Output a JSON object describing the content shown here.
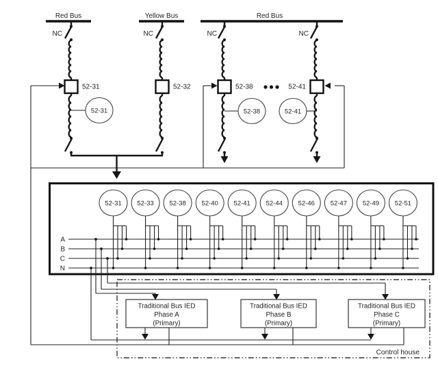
{
  "buses": [
    {
      "label": "Red Bus"
    },
    {
      "label": "Yellow Bus"
    },
    {
      "label": "Red Bus"
    }
  ],
  "nc_label": "NC",
  "feeders": [
    {
      "breaker": "52-31",
      "ct": "52-31"
    },
    {
      "breaker": "52-32"
    },
    {
      "breaker": "52-38",
      "ct": "52-38"
    },
    {
      "breaker": "52-41",
      "ct": "52-41"
    }
  ],
  "lv_box": {
    "cts": [
      "52-31",
      "52-33",
      "52-38",
      "52-40",
      "52-41",
      "52-44",
      "52-46",
      "52-47",
      "52-49",
      "52-51"
    ],
    "phase_labels": [
      "A",
      "B",
      "C",
      "N"
    ]
  },
  "ieds": [
    {
      "line1": "Traditional Bus IED",
      "line2": "Phase A",
      "line3": "(Primary)"
    },
    {
      "line1": "Traditional Bus IED",
      "line2": "Phase B",
      "line3": "(Primary)"
    },
    {
      "line1": "Traditional Bus IED",
      "line2": "Phase C",
      "line3": "(Primary)"
    }
  ],
  "control_house_label": "Control house",
  "colors": {
    "line": "#1f1f1f",
    "background": "#ffffff"
  }
}
